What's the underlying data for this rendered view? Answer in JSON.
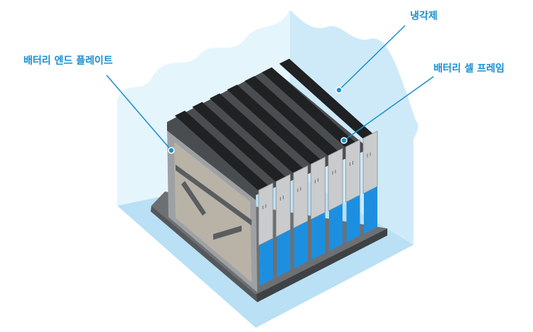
{
  "colors": {
    "accent": "#1a8fcf",
    "coolant_light": "#dcf0fa",
    "coolant_mid": "#b9e0f4",
    "coolant_dark": "#9fd3ee",
    "cell_blue": "#1d8fe0",
    "cell_grey": "#c9cbcc",
    "frame_dark": "#4a4d50",
    "plate_grey": "#8e9194",
    "slot_black": "#1f2123"
  },
  "callouts": {
    "end_plate": "배터리 엔드 플레이트",
    "coolant": "냉각제",
    "cell_frame": "배터리 셀 프레임"
  }
}
